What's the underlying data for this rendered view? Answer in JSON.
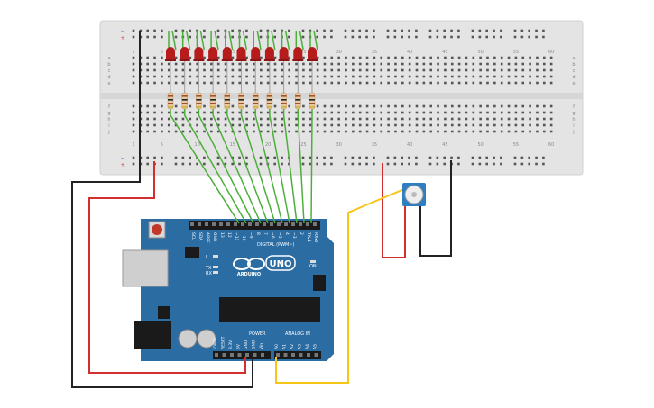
{
  "breadboard": {
    "top_column_numbers": [
      "1",
      "5",
      "10",
      "15",
      "20",
      "25",
      "30",
      "35",
      "40",
      "45",
      "50",
      "55",
      "60"
    ],
    "bottom_column_numbers": [
      "1",
      "5",
      "10",
      "15",
      "20",
      "25",
      "30",
      "35",
      "40",
      "45",
      "50",
      "55",
      "60"
    ],
    "rows_upper": [
      "a",
      "b",
      "c",
      "d",
      "e"
    ],
    "rows_lower": [
      "f",
      "g",
      "h",
      "i",
      "j"
    ],
    "rail_minus": "−",
    "rail_plus": "+"
  },
  "leds": {
    "count": 11,
    "color": "#b71c1c"
  },
  "resistors": {
    "count": 11
  },
  "arduino": {
    "logo_text": "ARDUINO",
    "model": "UNO",
    "on_label": "ON",
    "tx_label": "TX",
    "rx_label": "RX",
    "l_label": "L",
    "digital_label": "DIGITAL (PWM~)",
    "power_label": "POWER",
    "analog_label": "ANALOG IN",
    "top_header_labels": [
      "SCL",
      "SDA",
      "AREF",
      "GND",
      "13",
      "12",
      "~11",
      "~10",
      "~9",
      "8",
      "7",
      "~6",
      "~5",
      "4",
      "~3",
      "2",
      "TX▸1",
      "RX◂0"
    ],
    "power_header_labels": [
      "IOREF",
      "RESET",
      "3.3V",
      "5V",
      "GND",
      "GND",
      "Vin"
    ],
    "analog_header_labels": [
      "A0",
      "A1",
      "A2",
      "A3",
      "A4",
      "A5"
    ],
    "board_color": "#2b6ca3"
  },
  "wires": {
    "signal_color": "#4caf3a",
    "power_color": "#d32f2f",
    "ground_color": "#222222",
    "analog_color": "#f5c518"
  },
  "potentiometer": {
    "color": "#2e7ec1"
  }
}
